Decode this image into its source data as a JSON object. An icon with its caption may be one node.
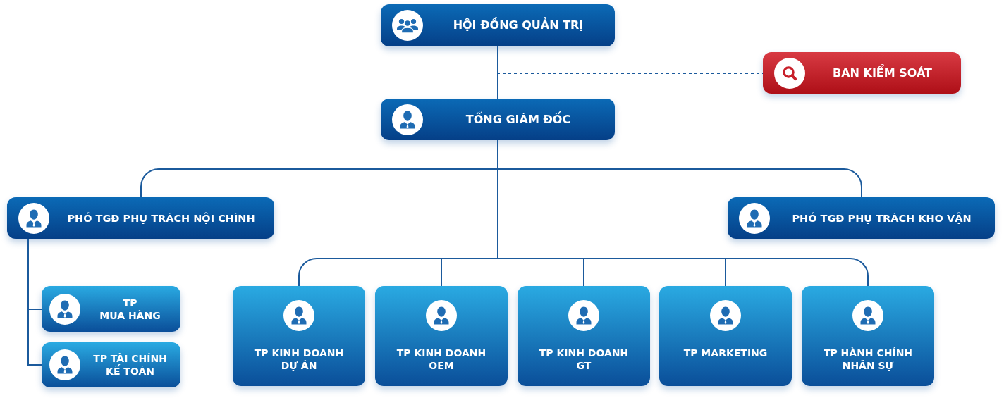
{
  "diagram": {
    "nodes": [
      {
        "text": [
          "HỘI ĐỒNG QUẢN TRỊ"
        ]
      },
      {
        "text": [
          "BAN KIỂM SOÁT"
        ]
      },
      {
        "text": [
          "TỔNG GIÁM ĐỐC"
        ]
      },
      {
        "text": [
          "PHÓ TGĐ PHỤ TRÁCH NỘI CHÍNH"
        ]
      },
      {
        "text": [
          "PHÓ TGĐ PHỤ TRÁCH KHO VẬN"
        ]
      },
      {
        "text": [
          "TP MUA HÀNG"
        ]
      },
      {
        "text": [
          "TP TÀI CHÍNH KẾ TOÁN"
        ]
      },
      {
        "text": [
          "TP KINH DOANH DỰ ÁN"
        ]
      },
      {
        "text": [
          "TP KINH DOANH OEM"
        ]
      },
      {
        "text": [
          "TP KINH DOANH GT"
        ]
      },
      {
        "text": [
          "TP MARKETING"
        ]
      },
      {
        "text": [
          "TP HÀNH CHÍNH NHÂN SỰ"
        ]
      }
    ],
    "edges": [
      {
        "from": 0,
        "to": 2,
        "arrow": "none"
      },
      {
        "from": 0,
        "to": 1,
        "arrow": "none",
        "style": "dashed"
      },
      {
        "from": 2,
        "to": 3,
        "arrow": "none"
      },
      {
        "from": 2,
        "to": 4,
        "arrow": "none"
      },
      {
        "from": 2,
        "to": 7,
        "arrow": "none"
      },
      {
        "from": 2,
        "to": 8,
        "arrow": "none"
      },
      {
        "from": 2,
        "to": 9,
        "arrow": "none"
      },
      {
        "from": 2,
        "to": 10,
        "arrow": "none"
      },
      {
        "from": 2,
        "to": 11,
        "arrow": "none"
      },
      {
        "from": 3,
        "to": 5,
        "arrow": "none"
      },
      {
        "from": 3,
        "to": 6,
        "arrow": "none"
      }
    ]
  }
}
